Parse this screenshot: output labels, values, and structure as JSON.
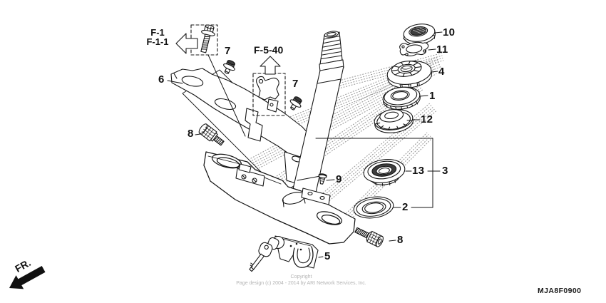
{
  "refs": {
    "f1": "F-1",
    "f1_1": "F-1-1",
    "f5_40": "F-5-40"
  },
  "front_marker": "FR.",
  "callouts": {
    "part1": "1",
    "part2": "2",
    "group3": "3",
    "part4": "4",
    "part5": "5",
    "part6": "6",
    "part7_upper": "7",
    "part7_lower": "7",
    "part8_left": "8",
    "part8_right": "8",
    "part9": "9",
    "part10": "10",
    "part11": "11",
    "part12": "12",
    "part13": "13"
  },
  "footer": {
    "copyright_line1": "Copyright",
    "copyright_line2": "Page design (c) 2004 - 2014 by ARI Network Services, Inc.",
    "diagram_code": "MJA8F0900"
  }
}
